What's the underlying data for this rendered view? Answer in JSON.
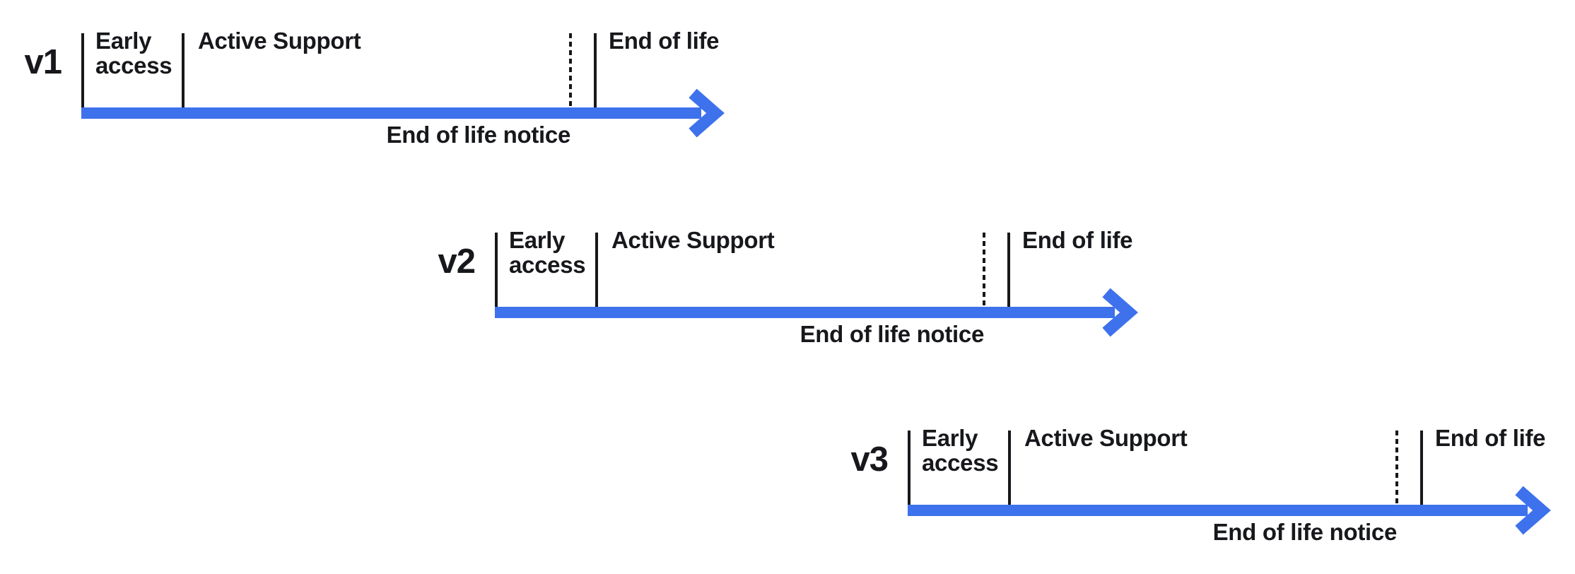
{
  "diagram": {
    "background_color": "#FFFFFF",
    "ink_color": "#17181B",
    "arrow_color": "#3E71EC",
    "description": "Release lifecycle timelines for three staggered versions, each with phases marked by ticks along a blue arrow"
  },
  "timelines": [
    {
      "version": "v1",
      "early_access": "Early access",
      "active_support": "Active Support",
      "end_of_life": "End of life",
      "end_of_life_notice": "End of life notice"
    },
    {
      "version": "v2",
      "early_access": "Early access",
      "active_support": "Active Support",
      "end_of_life": "End of life",
      "end_of_life_notice": "End of life notice"
    },
    {
      "version": "v3",
      "early_access": "Early access",
      "active_support": "Active Support",
      "end_of_life": "End of life",
      "end_of_life_notice": "End of life notice"
    }
  ]
}
